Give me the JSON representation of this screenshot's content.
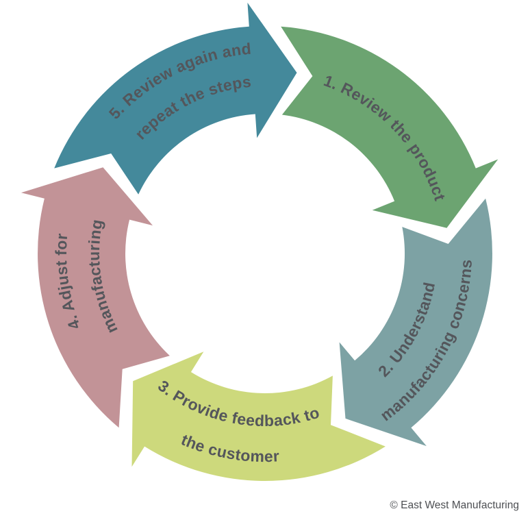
{
  "diagram": {
    "type": "cycle-diagram",
    "background": "#ffffff",
    "text_color": "#54565b",
    "segments": [
      {
        "step": 1,
        "label": "1. Review the product",
        "lines": [
          "1. Review the product",
          ""
        ],
        "color": "#6ca471"
      },
      {
        "step": 2,
        "label": "2. Understand manufacturing concerns",
        "lines": [
          "2. Understand",
          "manufacturing concerns"
        ],
        "color": "#7da2a4"
      },
      {
        "step": 3,
        "label": "3. Provide feedback to the customer",
        "lines": [
          "3. Provide feedback to",
          "the customer"
        ],
        "color": "#cdd97c"
      },
      {
        "step": 4,
        "label": "4. Adjust for manufacturing",
        "lines": [
          "4. Adjust for",
          "manufacturing"
        ],
        "color": "#c29397"
      },
      {
        "step": 5,
        "label": "5. Review again and repeat the steps",
        "lines": [
          "5. Review again and",
          "repeat the steps"
        ],
        "color": "#44899b"
      }
    ]
  },
  "footer": {
    "copyright": "© East West Manufacturing"
  }
}
